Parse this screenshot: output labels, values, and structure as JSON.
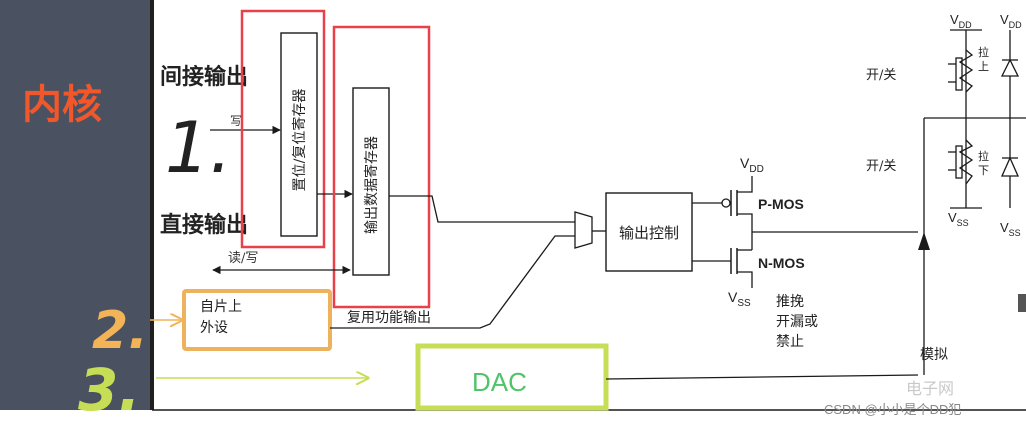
{
  "colors": {
    "core_panel": "#4a5160",
    "core_text": "#f0582b",
    "red_box": "#e8414a",
    "orange_box": "#efb25c",
    "green_box": "#c6de55",
    "annotation_orange": "#f2b457",
    "annotation_green": "#c6de55",
    "line": "#1a1a1a"
  },
  "core_label": "内核",
  "indirect_output_label": "间接输出",
  "direct_output_label": "直接输出",
  "write_label": "写",
  "read_write_label": "读/写",
  "bsrr_label": "置位/复位寄存器",
  "odr_label": "输出数据寄存器",
  "peripheral_label_line1": "自片上",
  "peripheral_label_line2": "外设",
  "alt_func_label": "复用功能输出",
  "dac_label": "DAC",
  "output_control_label": "输出控制",
  "pmos_label": "P-MOS",
  "nmos_label": "N-MOS",
  "vdd_label": "V",
  "vdd_sub": "DD",
  "vss_label": "V",
  "vss_sub": "SS",
  "mode_line1": "推挽",
  "mode_line2": "开漏或",
  "mode_line3": "禁止",
  "onoff_top": "开/关",
  "onoff_bottom": "开/关",
  "pullup_label": "拉上",
  "pulldown_label": "拉下",
  "analog_label": "模拟",
  "annot_1": "1.",
  "annot_2": "2.",
  "annot_3": "3.",
  "watermark_text": "电子网",
  "csdn_text": "CSDN @小小是个DD犯"
}
